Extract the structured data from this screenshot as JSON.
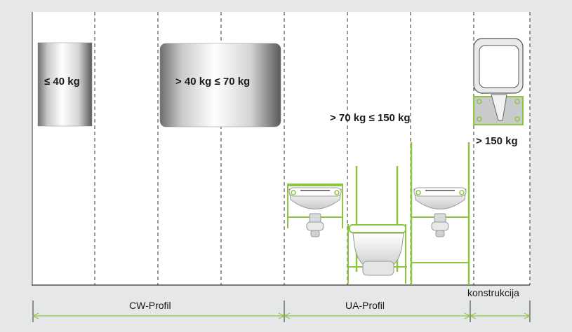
{
  "labels": {
    "box_small": "≤ 40 kg",
    "box_large": "> 40 kg ≤ 70 kg",
    "medium": "> 70 kg ≤ 150 kg",
    "heavy": "> 150 kg"
  },
  "dimensions": {
    "cw": "CW-Profil",
    "ua": "UA-Profil",
    "construction": "konstrukcija"
  },
  "colors": {
    "background": "#e6e7e8",
    "panel": "#ffffff",
    "frame_green": "#8cc63f",
    "dashed": "#333333"
  }
}
